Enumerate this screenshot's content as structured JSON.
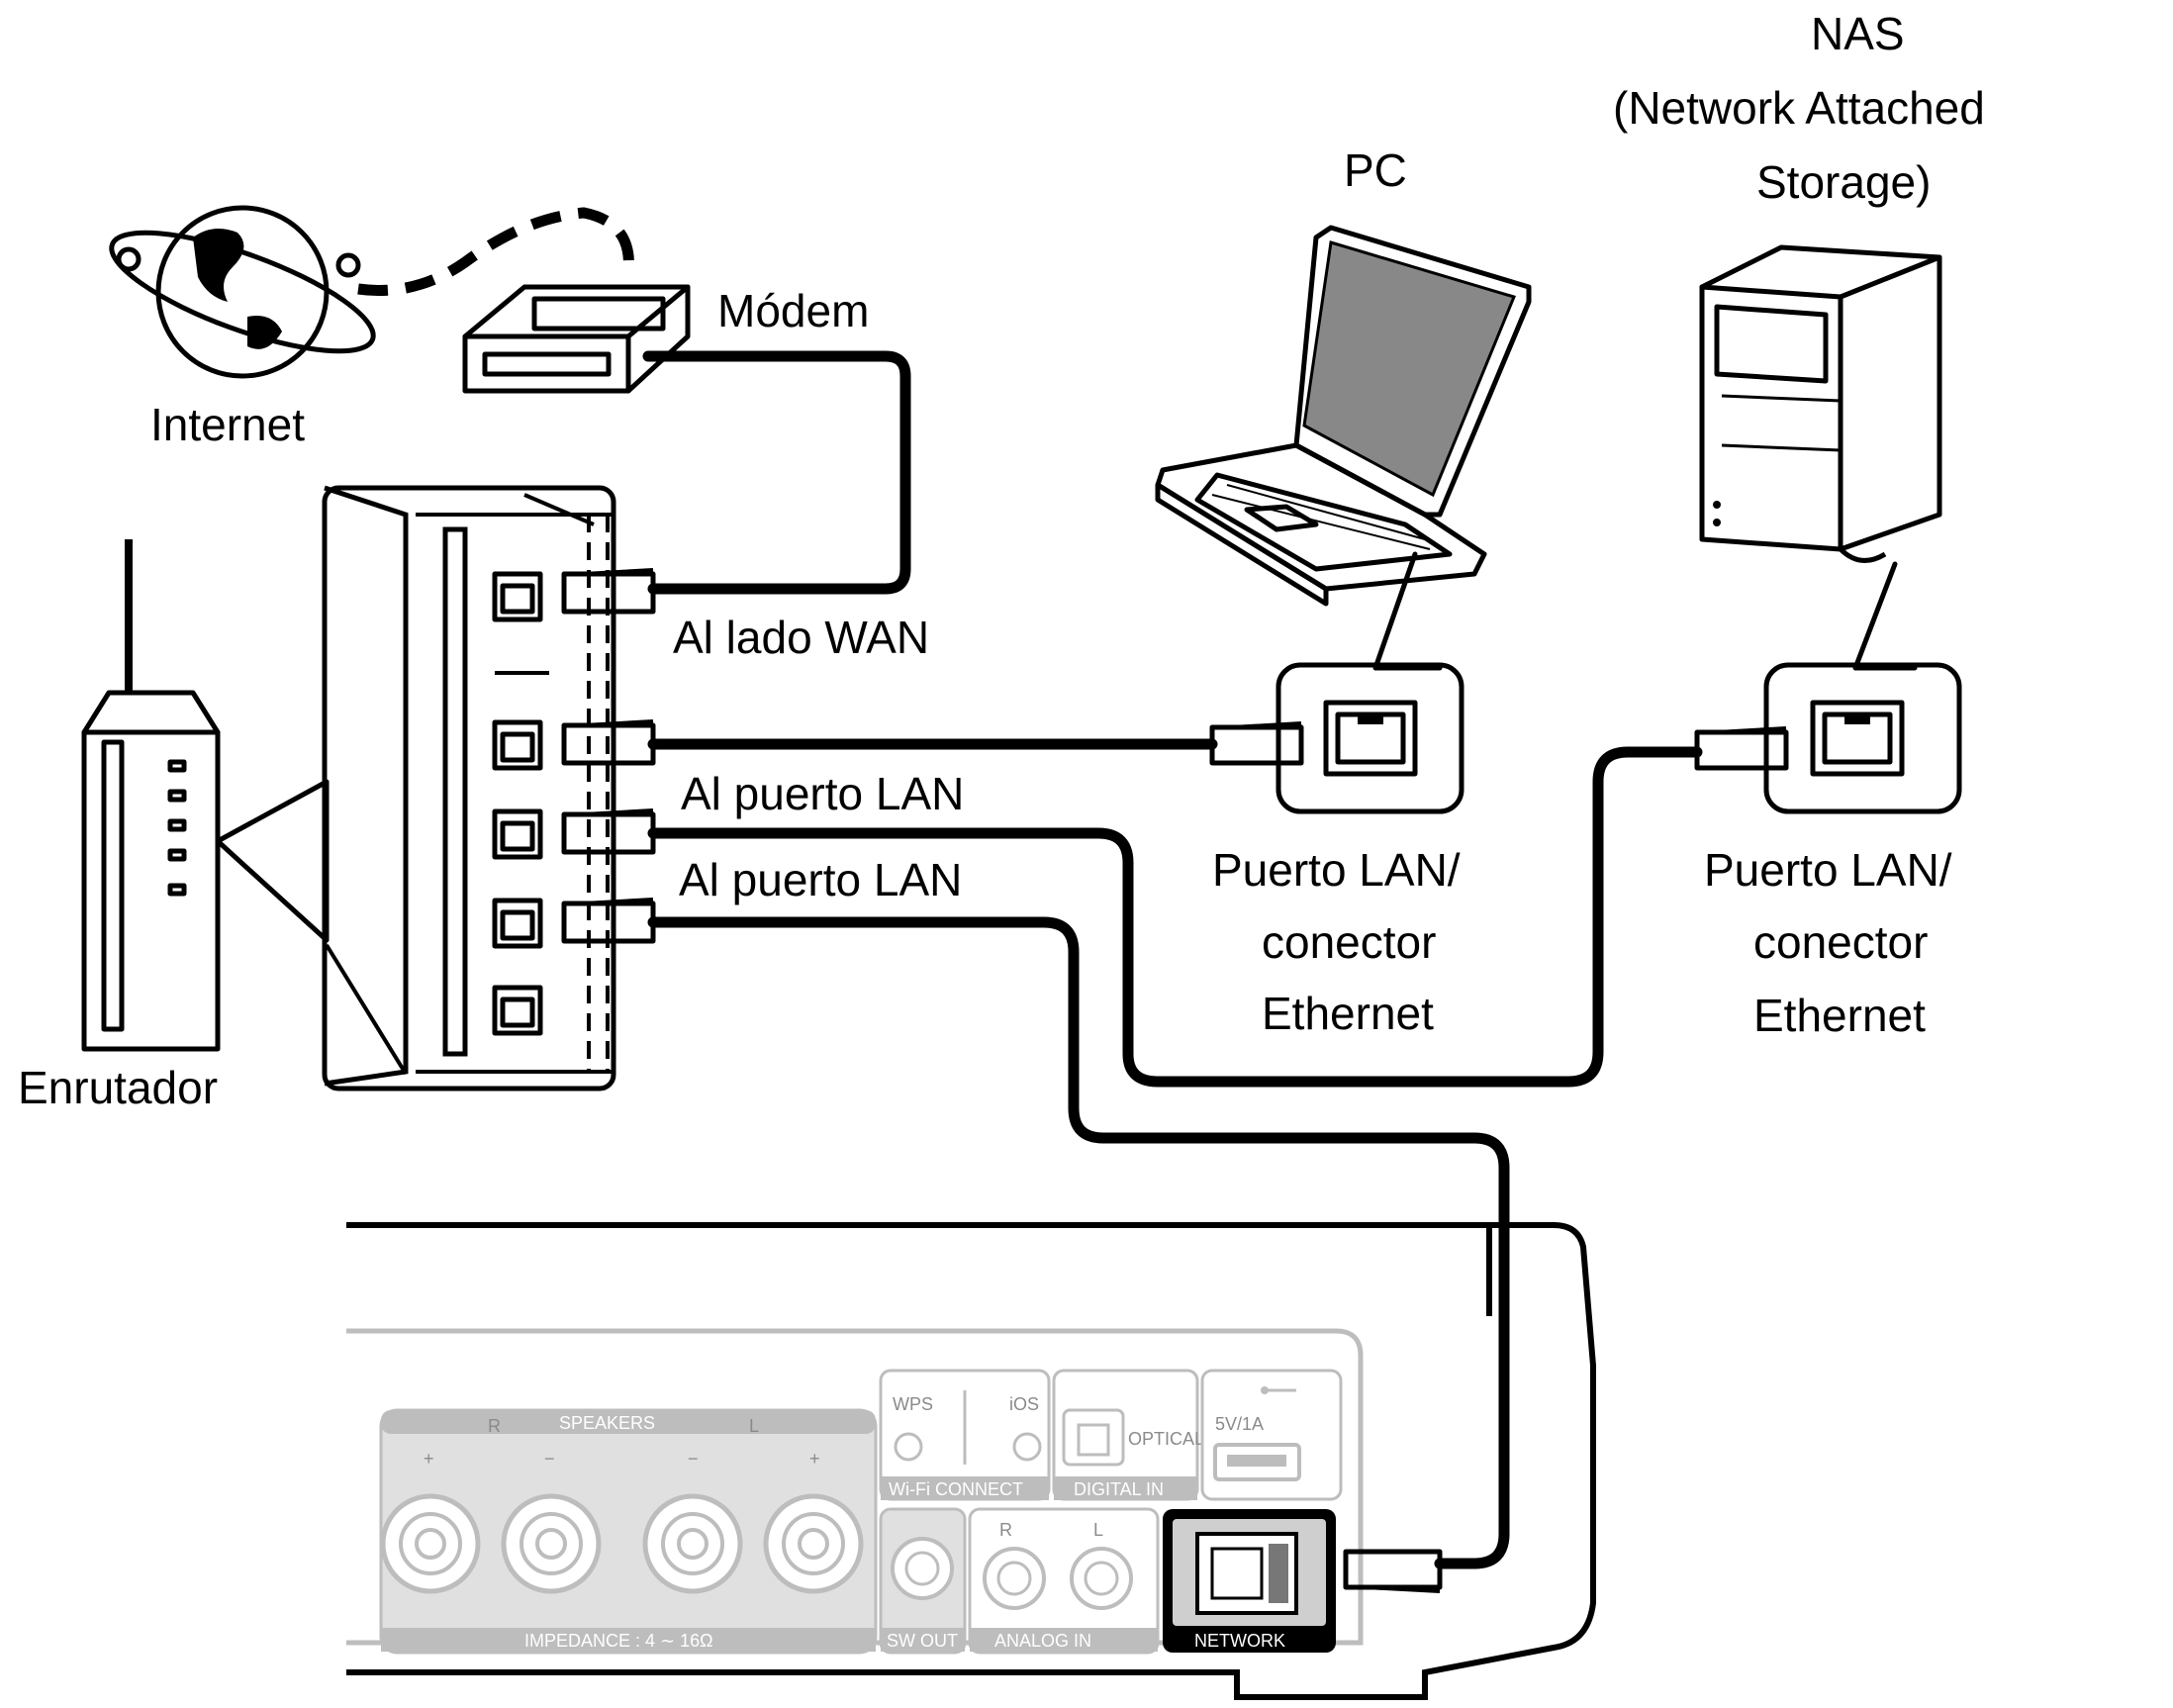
{
  "labels": {
    "internet": "Internet",
    "modem": "Módem",
    "router": "Enrutador",
    "pc": "PC",
    "nas_line1": "NAS",
    "nas_line2": "(Network Attached",
    "nas_line3": "Storage)",
    "wan_side": "Al lado WAN",
    "lan_port_1": "Al puerto LAN",
    "lan_port_2": "Al puerto LAN",
    "pc_port_line1": "Puerto LAN/",
    "pc_port_line2": "conector",
    "pc_port_line3": "Ethernet",
    "nas_port_line1": "Puerto LAN/",
    "nas_port_line2": "conector",
    "nas_port_line3": "Ethernet"
  },
  "rear_panel": {
    "speakers": "SPEAKERS",
    "r": "R",
    "l": "L",
    "plus": "+",
    "minus": "−",
    "impedance": "IMPEDANCE : 4 ∼ 16Ω",
    "wps": "WPS",
    "ios": "iOS",
    "wifi_connect": "Wi-Fi CONNECT",
    "optical": "OPTICAL",
    "digital_in": "DIGITAL IN",
    "usb_power": "5V/1A",
    "sw_out": "SW OUT",
    "analog_in": "ANALOG IN",
    "network": "NETWORK"
  },
  "icons": [
    "globe-icon",
    "modem-icon",
    "router-icon",
    "laptop-icon",
    "nas-server-icon",
    "ethernet-port-icon",
    "ethernet-plug-icon",
    "usb-icon"
  ]
}
